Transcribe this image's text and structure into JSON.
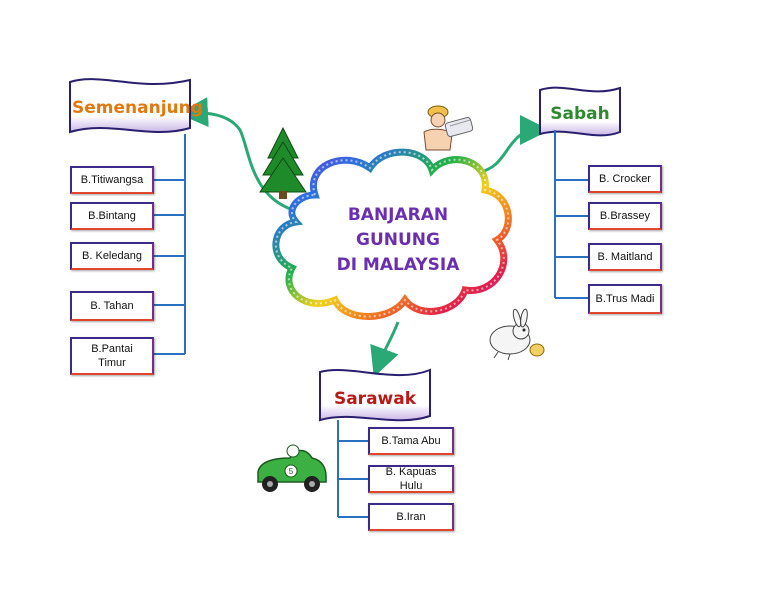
{
  "center": {
    "line1": "BANJARAN",
    "line2": "GUNUNG",
    "line3": "DI MALAYSIA"
  },
  "branches": {
    "semenanjung": {
      "title": "Semenanjung",
      "color": "#e07a10",
      "items": [
        "B.Titiwangsa",
        "B.Bintang",
        "B. Keledang",
        "B. Tahan",
        "B.Pantai Timur"
      ]
    },
    "sabah": {
      "title": "Sabah",
      "color": "#2f8a2f",
      "items": [
        "B. Crocker",
        "B.Brassey",
        "B. Maitland",
        "B.Trus Madi"
      ]
    },
    "sarawak": {
      "title": "Sarawak",
      "color": "#b81a1a",
      "items": [
        "B.Tama Abu",
        "B. Kapuas Hulu",
        "B.Iran"
      ]
    }
  },
  "colors": {
    "connector": "#2aa876",
    "tree": "#1f8a2a",
    "car": "#3cb043",
    "line": "#2a6fc0"
  },
  "icons": [
    "tree-icon",
    "worker-icon",
    "rabbit-icon",
    "race-car-icon"
  ]
}
